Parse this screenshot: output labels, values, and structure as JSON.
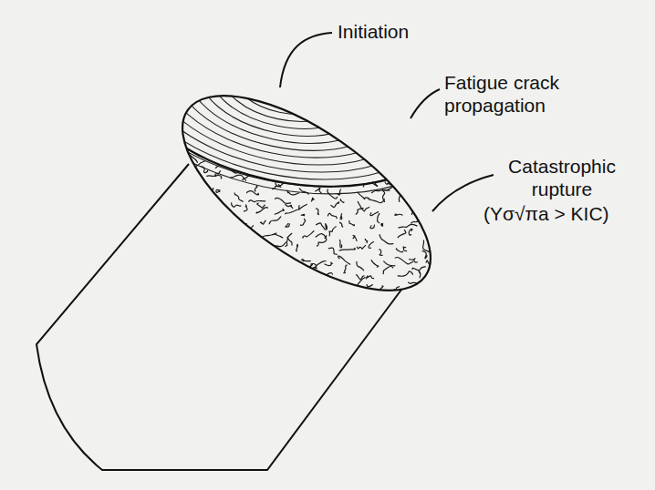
{
  "diagram": {
    "labels": [
      "Initiation",
      "Fatigue crack propagation",
      "Catastrophic rupture",
      "(Yσ√πa > KIC)"
    ]
  }
}
